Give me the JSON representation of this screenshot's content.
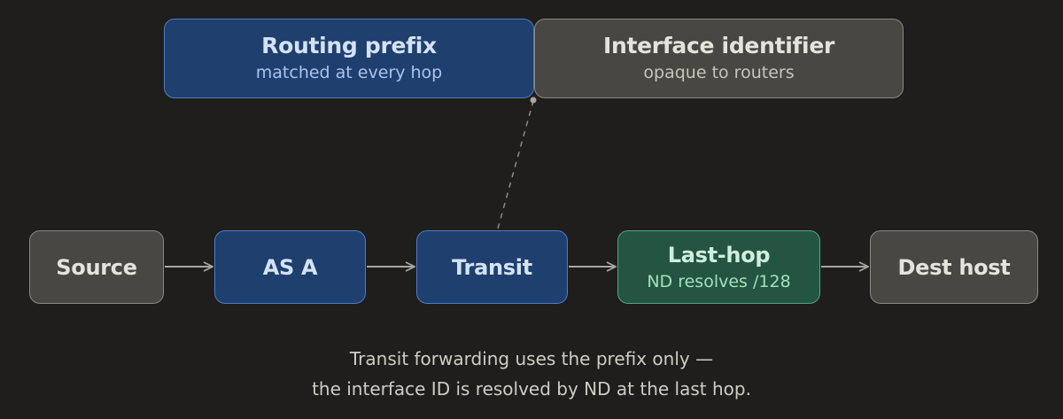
{
  "address_parts": {
    "prefix": {
      "title": "Routing prefix",
      "subtitle": "matched at every hop"
    },
    "interface_id": {
      "title": "Interface identifier",
      "subtitle": "opaque to routers"
    }
  },
  "path": {
    "nodes": [
      {
        "label": "Source"
      },
      {
        "label": "AS A"
      },
      {
        "label": "Transit"
      },
      {
        "label": "Last-hop",
        "sublabel": "ND resolves /128"
      },
      {
        "label": "Dest host"
      }
    ]
  },
  "caption": {
    "line1": "Transit forwarding uses the prefix only —",
    "line2": "the interface ID is resolved by ND at the last hop."
  },
  "colors": {
    "background": "#1f1e1d",
    "blue_fill": "#1f3f6f",
    "gray_fill": "#484743",
    "green_fill": "#245542",
    "arrow": "#a9a69f"
  }
}
